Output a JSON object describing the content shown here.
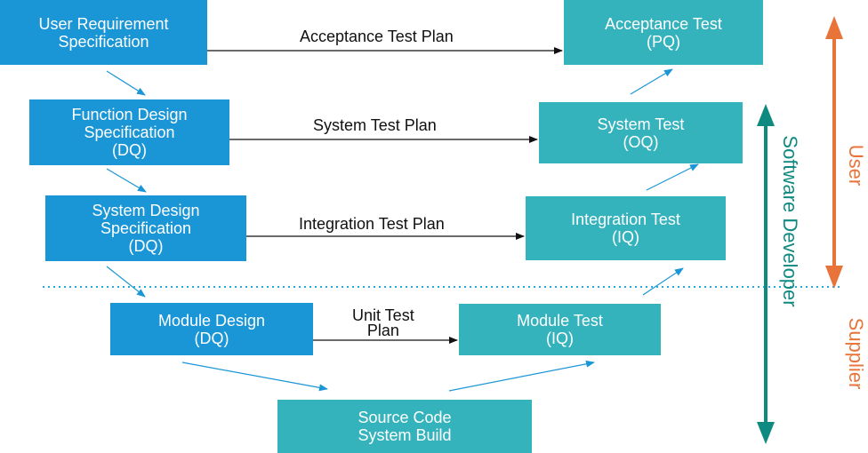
{
  "left_boxes": [
    {
      "lines": [
        "User Requirement",
        "Specification"
      ]
    },
    {
      "lines": [
        "Function Design",
        "Specification",
        "(DQ)"
      ]
    },
    {
      "lines": [
        "System Design",
        "Specification",
        "(DQ)"
      ]
    },
    {
      "lines": [
        "Module Design",
        "(DQ)"
      ]
    }
  ],
  "right_boxes": [
    {
      "lines": [
        "Acceptance Test",
        "(PQ)"
      ]
    },
    {
      "lines": [
        "System Test",
        "(OQ)"
      ]
    },
    {
      "lines": [
        "Integration Test",
        "(IQ)"
      ]
    },
    {
      "lines": [
        "Module Test",
        "(IQ)"
      ]
    }
  ],
  "bottom_box": {
    "lines": [
      "Source Code",
      "System Build"
    ]
  },
  "plans": {
    "acceptance": "Acceptance Test Plan",
    "system": "System Test Plan",
    "integration": "Integration Test Plan",
    "unit_line1": "Unit Test",
    "unit_line2": "Plan"
  },
  "side_labels": {
    "software_developer": "Software Developer",
    "user": "User",
    "supplier": "Supplier"
  },
  "colors": {
    "spec_box": "#1a95d6",
    "test_box": "#35b3bd",
    "developer_arrow": "#0f8a80",
    "user_supplier": "#e9743a",
    "divider": "#2aa8d8"
  }
}
